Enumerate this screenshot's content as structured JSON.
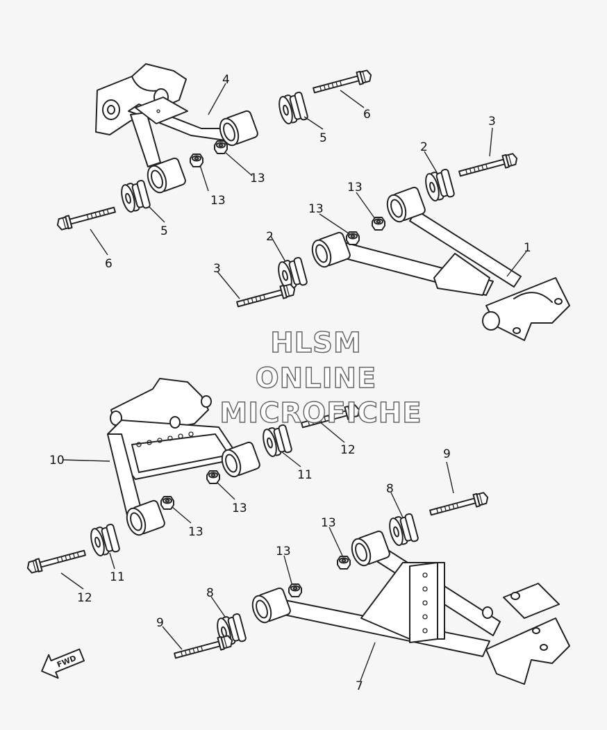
{
  "watermark": {
    "line1": "HLSM",
    "line2": "ONLINE",
    "line3": "MICROFICHE"
  },
  "direction_badge": "FWD",
  "callouts": {
    "c1": "1",
    "c2a": "2",
    "c2b": "2",
    "c3a": "3",
    "c3b": "3",
    "c4": "4",
    "c5a": "5",
    "c5b": "5",
    "c6a": "6",
    "c6b": "6",
    "c7": "7",
    "c8a": "8",
    "c8b": "8",
    "c9a": "9",
    "c9b": "9",
    "c10": "10",
    "c11a": "11",
    "c11b": "11",
    "c12a": "12",
    "c12b": "12",
    "c13a": "13",
    "c13b": "13",
    "c13c": "13",
    "c13d": "13",
    "c13e": "13",
    "c13f": "13",
    "c13g": "13",
    "c13h": "13"
  }
}
